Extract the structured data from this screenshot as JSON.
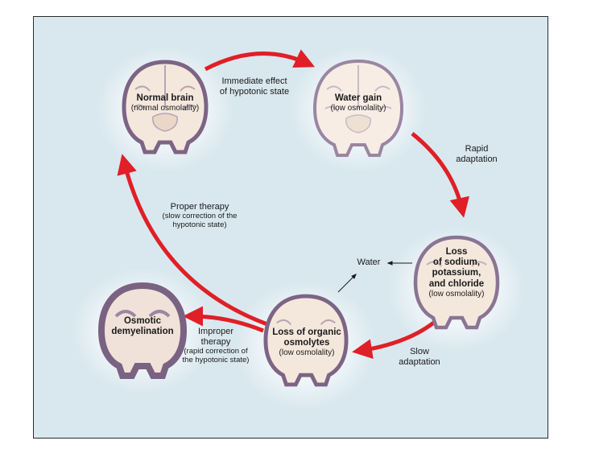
{
  "brains": [
    {
      "key": "normal",
      "title": "Normal brain",
      "sub": "(normal osmolality)"
    },
    {
      "key": "water_gain",
      "title": "Water gain",
      "sub": "(low osmolality)"
    },
    {
      "key": "loss_ions",
      "title_lines": [
        "Loss",
        "of sodium,",
        "potassium,",
        "and chloride"
      ],
      "sub": "(low osmolality)"
    },
    {
      "key": "loss_osmolytes",
      "title_lines": [
        "Loss of organic",
        "osmolytes"
      ],
      "sub": "(low osmolality)"
    },
    {
      "key": "demyelination",
      "title_lines": [
        "Osmotic",
        "demyelination"
      ]
    }
  ],
  "arrows": {
    "immediate": [
      "Immediate effect",
      "of hypotonic state"
    ],
    "rapid": [
      "Rapid",
      "adaptation"
    ],
    "slow": [
      "Slow",
      "adaptation"
    ],
    "proper": {
      "main": "Proper therapy",
      "detail": [
        "(slow correction of the",
        "hypotonic state)"
      ]
    },
    "improper": {
      "main": [
        "Improper",
        "therapy"
      ],
      "detail": [
        "(rapid correction of",
        "the hypotonic state)"
      ]
    },
    "water": "Water"
  },
  "colors": {
    "panel": "#d9e8ef",
    "arrow": "#e01f26",
    "brain_fill": "#f4e8dd",
    "cortex": "#7d6485"
  }
}
